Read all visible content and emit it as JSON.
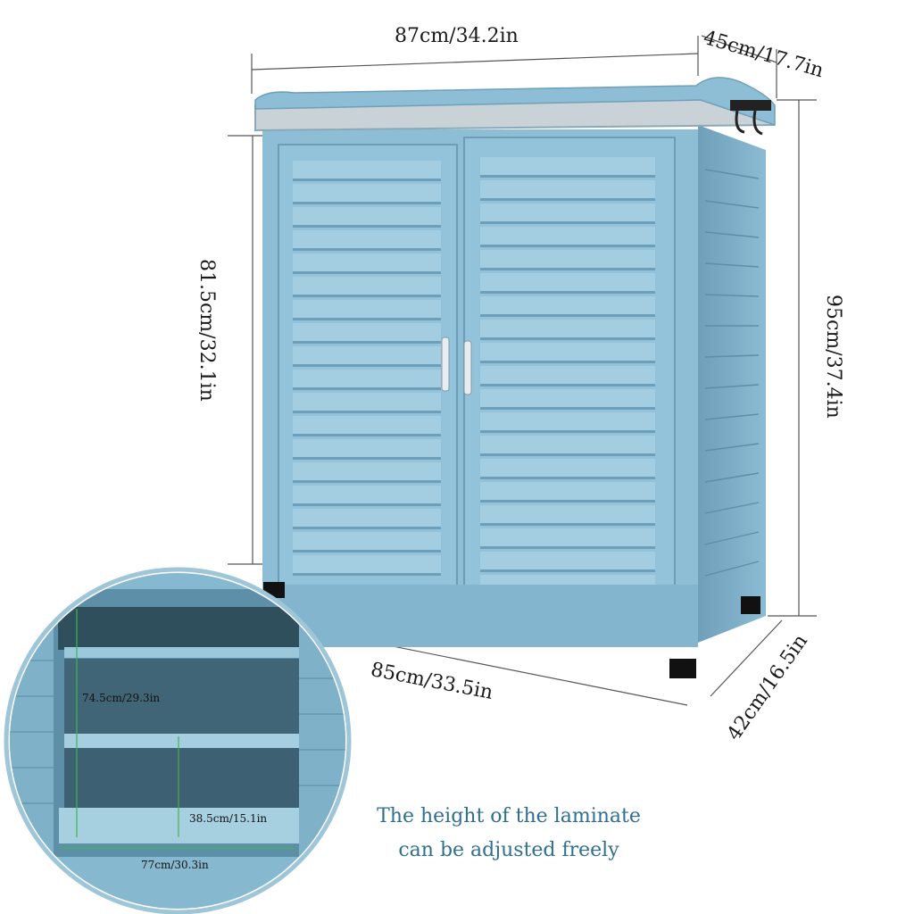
{
  "dimensions": {
    "top_width": "87cm/34.2in",
    "top_depth": "45cm/17.7in",
    "door_height": "81.5cm/32.1in",
    "total_height": "95cm/37.4in",
    "bottom_width": "85cm/33.5in",
    "bottom_depth": "42cm/16.5in"
  },
  "inset": {
    "inner_height": "74.5cm/29.3in",
    "shelf_height": "38.5cm/15.1in",
    "inner_width": "77cm/30.3in"
  },
  "caption": {
    "line1": "The height of the laminate",
    "line2": "can be adjusted freely"
  },
  "colors": {
    "cabinet": "#8dbed6",
    "cabinet_dark": "#5f93ae",
    "slat_shadow": "#6e9fb8",
    "countertop": "#c9d2d6",
    "caption_text": "#2f6f8f",
    "inset_border": "#9fc6d8",
    "measure_line": "#44b24a"
  }
}
